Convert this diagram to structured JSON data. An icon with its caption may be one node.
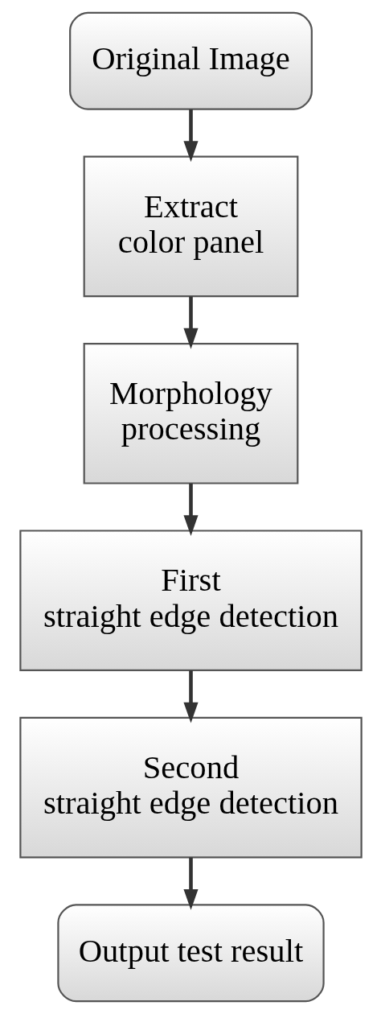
{
  "diagram": {
    "nodes": [
      {
        "text": [
          "Original Image"
        ]
      },
      {
        "text": [
          "Extract color panel"
        ]
      },
      {
        "text": [
          "Morphology processing"
        ]
      },
      {
        "text": [
          "First straight edge detection"
        ]
      },
      {
        "text": [
          "Second straight edge detection"
        ]
      },
      {
        "text": [
          "Output test result"
        ]
      }
    ],
    "edges": [
      {
        "from": 0,
        "to": 1,
        "arrow": "to"
      },
      {
        "from": 1,
        "to": 2,
        "arrow": "to"
      },
      {
        "from": 2,
        "to": 3,
        "arrow": "to"
      },
      {
        "from": 3,
        "to": 4,
        "arrow": "to"
      },
      {
        "from": 4,
        "to": 5,
        "arrow": "to"
      }
    ]
  }
}
